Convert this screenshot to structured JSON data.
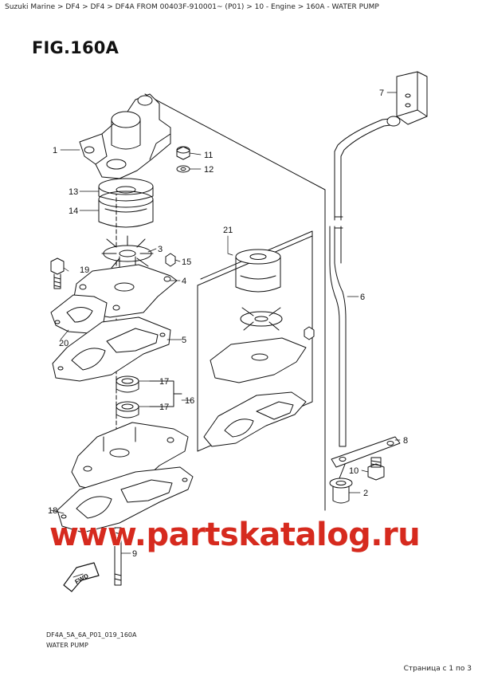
{
  "breadcrumb": {
    "items": [
      "Suzuki Marine",
      "DF4",
      "DF4",
      "DF4A FROM 00403F-910001~  (P01)",
      "10 - Engine",
      "160A - WATER PUMP"
    ],
    "separator": " > "
  },
  "figure": {
    "title": "FIG.160A",
    "code": "DF4A_5A_6A_P01_019_160A",
    "caption": "WATER PUMP"
  },
  "callouts": [
    "1",
    "2",
    "3",
    "4",
    "5",
    "6",
    "7",
    "8",
    "9",
    "10",
    "11",
    "12",
    "13",
    "14",
    "15",
    "16",
    "17",
    "17",
    "18",
    "19",
    "20",
    "21"
  ],
  "fwd_label": "FWD",
  "watermark": "www.partskatalog.ru",
  "pager": "Страница с 1 по 3"
}
